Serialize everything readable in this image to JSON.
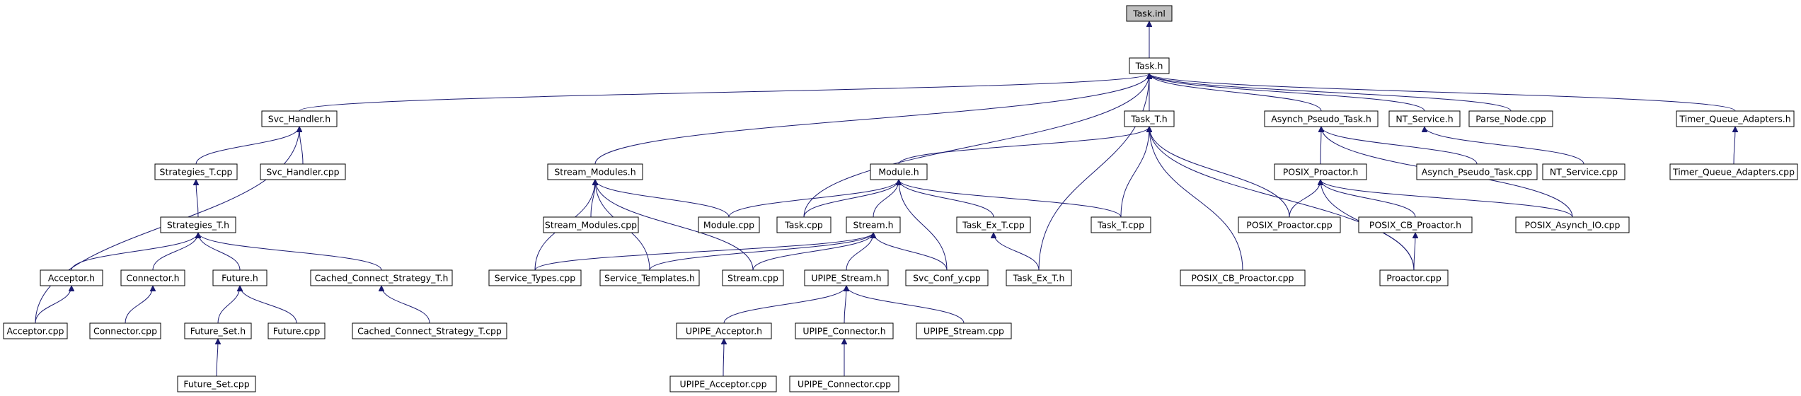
{
  "graph": {
    "nodes": [
      {
        "id": "task_inl",
        "label": "Task.inl",
        "root": true
      },
      {
        "id": "task_h",
        "label": "Task.h"
      },
      {
        "id": "svc_handler_h",
        "label": "Svc_Handler.h"
      },
      {
        "id": "task_t_h",
        "label": "Task_T.h"
      },
      {
        "id": "asynch_pseudo_task_h",
        "label": "Asynch_Pseudo_Task.h"
      },
      {
        "id": "nt_service_h",
        "label": "NT_Service.h"
      },
      {
        "id": "parse_node_cpp",
        "label": "Parse_Node.cpp"
      },
      {
        "id": "timer_queue_adapters_h",
        "label": "Timer_Queue_Adapters.h"
      },
      {
        "id": "strategies_t_cpp",
        "label": "Strategies_T.cpp"
      },
      {
        "id": "svc_handler_cpp",
        "label": "Svc_Handler.cpp"
      },
      {
        "id": "stream_modules_h",
        "label": "Stream_Modules.h"
      },
      {
        "id": "module_h",
        "label": "Module.h"
      },
      {
        "id": "posix_proactor_h",
        "label": "POSIX_Proactor.h"
      },
      {
        "id": "asynch_pseudo_task_cpp",
        "label": "Asynch_Pseudo_Task.cpp"
      },
      {
        "id": "nt_service_cpp",
        "label": "NT_Service.cpp"
      },
      {
        "id": "timer_queue_adapters_cpp",
        "label": "Timer_Queue_Adapters.cpp"
      },
      {
        "id": "strategies_t_h",
        "label": "Strategies_T.h"
      },
      {
        "id": "stream_modules_cpp",
        "label": "Stream_Modules.cpp"
      },
      {
        "id": "module_cpp",
        "label": "Module.cpp"
      },
      {
        "id": "task_cpp",
        "label": "Task.cpp"
      },
      {
        "id": "stream_h",
        "label": "Stream.h"
      },
      {
        "id": "task_ex_t_cpp",
        "label": "Task_Ex_T.cpp"
      },
      {
        "id": "task_t_cpp",
        "label": "Task_T.cpp"
      },
      {
        "id": "posix_proactor_cpp",
        "label": "POSIX_Proactor.cpp"
      },
      {
        "id": "posix_cb_proactor_h",
        "label": "POSIX_CB_Proactor.h"
      },
      {
        "id": "posix_asynch_io_cpp",
        "label": "POSIX_Asynch_IO.cpp"
      },
      {
        "id": "acceptor_h",
        "label": "Acceptor.h"
      },
      {
        "id": "connector_h",
        "label": "Connector.h"
      },
      {
        "id": "future_h",
        "label": "Future.h"
      },
      {
        "id": "cached_connect_strategy_t_h",
        "label": "Cached_Connect_Strategy_T.h"
      },
      {
        "id": "service_types_cpp",
        "label": "Service_Types.cpp"
      },
      {
        "id": "service_templates_h",
        "label": "Service_Templates.h"
      },
      {
        "id": "stream_cpp",
        "label": "Stream.cpp"
      },
      {
        "id": "upipe_stream_h",
        "label": "UPIPE_Stream.h"
      },
      {
        "id": "svc_conf_y_cpp",
        "label": "Svc_Conf_y.cpp"
      },
      {
        "id": "task_ex_t_h",
        "label": "Task_Ex_T.h"
      },
      {
        "id": "posix_cb_proactor_cpp",
        "label": "POSIX_CB_Proactor.cpp"
      },
      {
        "id": "proactor_cpp",
        "label": "Proactor.cpp"
      },
      {
        "id": "acceptor_cpp",
        "label": "Acceptor.cpp"
      },
      {
        "id": "connector_cpp",
        "label": "Connector.cpp"
      },
      {
        "id": "future_set_h",
        "label": "Future_Set.h"
      },
      {
        "id": "future_cpp",
        "label": "Future.cpp"
      },
      {
        "id": "cached_connect_strategy_t_cpp",
        "label": "Cached_Connect_Strategy_T.cpp"
      },
      {
        "id": "upipe_acceptor_h",
        "label": "UPIPE_Acceptor.h"
      },
      {
        "id": "upipe_connector_h",
        "label": "UPIPE_Connector.h"
      },
      {
        "id": "upipe_stream_cpp",
        "label": "UPIPE_Stream.cpp"
      },
      {
        "id": "future_set_cpp",
        "label": "Future_Set.cpp"
      },
      {
        "id": "upipe_acceptor_cpp",
        "label": "UPIPE_Acceptor.cpp"
      },
      {
        "id": "upipe_connector_cpp",
        "label": "UPIPE_Connector.cpp"
      }
    ],
    "edges": [
      [
        "task_h",
        "task_inl"
      ],
      [
        "svc_handler_h",
        "task_h"
      ],
      [
        "task_t_h",
        "task_h"
      ],
      [
        "asynch_pseudo_task_h",
        "task_h"
      ],
      [
        "nt_service_h",
        "task_h"
      ],
      [
        "parse_node_cpp",
        "task_h"
      ],
      [
        "timer_queue_adapters_h",
        "task_h"
      ],
      [
        "stream_modules_h",
        "task_h"
      ],
      [
        "task_cpp",
        "task_h"
      ],
      [
        "task_ex_t_h",
        "task_h"
      ],
      [
        "strategies_t_cpp",
        "svc_handler_h"
      ],
      [
        "svc_handler_cpp",
        "svc_handler_h"
      ],
      [
        "acceptor_cpp",
        "svc_handler_h"
      ],
      [
        "module_h",
        "task_t_h"
      ],
      [
        "task_t_cpp",
        "task_t_h"
      ],
      [
        "posix_proactor_cpp",
        "task_t_h"
      ],
      [
        "posix_cb_proactor_cpp",
        "task_t_h"
      ],
      [
        "proactor_cpp",
        "task_t_h"
      ],
      [
        "posix_proactor_h",
        "asynch_pseudo_task_h"
      ],
      [
        "asynch_pseudo_task_cpp",
        "asynch_pseudo_task_h"
      ],
      [
        "posix_asynch_io_cpp",
        "asynch_pseudo_task_h"
      ],
      [
        "nt_service_cpp",
        "nt_service_h"
      ],
      [
        "timer_queue_adapters_cpp",
        "timer_queue_adapters_h"
      ],
      [
        "strategies_t_h",
        "strategies_t_cpp"
      ],
      [
        "stream_modules_cpp",
        "stream_modules_h"
      ],
      [
        "module_cpp",
        "stream_modules_h"
      ],
      [
        "stream_cpp",
        "stream_modules_h"
      ],
      [
        "service_types_cpp",
        "stream_modules_h"
      ],
      [
        "service_templates_h",
        "stream_modules_h"
      ],
      [
        "module_cpp",
        "module_h"
      ],
      [
        "task_cpp",
        "module_h"
      ],
      [
        "stream_h",
        "module_h"
      ],
      [
        "task_t_cpp",
        "module_h"
      ],
      [
        "svc_conf_y_cpp",
        "module_h"
      ],
      [
        "task_ex_t_cpp",
        "module_h"
      ],
      [
        "posix_proactor_cpp",
        "posix_proactor_h"
      ],
      [
        "posix_cb_proactor_h",
        "posix_proactor_h"
      ],
      [
        "posix_asynch_io_cpp",
        "posix_proactor_h"
      ],
      [
        "proactor_cpp",
        "posix_proactor_h"
      ],
      [
        "acceptor_h",
        "strategies_t_h"
      ],
      [
        "connector_h",
        "strategies_t_h"
      ],
      [
        "future_h",
        "strategies_t_h"
      ],
      [
        "cached_connect_strategy_t_h",
        "strategies_t_h"
      ],
      [
        "service_types_cpp",
        "stream_h"
      ],
      [
        "service_templates_h",
        "stream_h"
      ],
      [
        "stream_cpp",
        "stream_h"
      ],
      [
        "upipe_stream_h",
        "stream_h"
      ],
      [
        "svc_conf_y_cpp",
        "stream_h"
      ],
      [
        "task_ex_t_h",
        "task_ex_t_cpp"
      ],
      [
        "proactor_cpp",
        "posix_cb_proactor_h"
      ],
      [
        "acceptor_cpp",
        "acceptor_h"
      ],
      [
        "connector_cpp",
        "connector_h"
      ],
      [
        "future_set_h",
        "future_h"
      ],
      [
        "future_cpp",
        "future_h"
      ],
      [
        "cached_connect_strategy_t_cpp",
        "cached_connect_strategy_t_h"
      ],
      [
        "upipe_acceptor_h",
        "upipe_stream_h"
      ],
      [
        "upipe_connector_h",
        "upipe_stream_h"
      ],
      [
        "upipe_stream_cpp",
        "upipe_stream_h"
      ],
      [
        "future_set_cpp",
        "future_set_h"
      ],
      [
        "upipe_acceptor_cpp",
        "upipe_acceptor_h"
      ],
      [
        "upipe_connector_cpp",
        "upipe_connector_h"
      ]
    ]
  }
}
